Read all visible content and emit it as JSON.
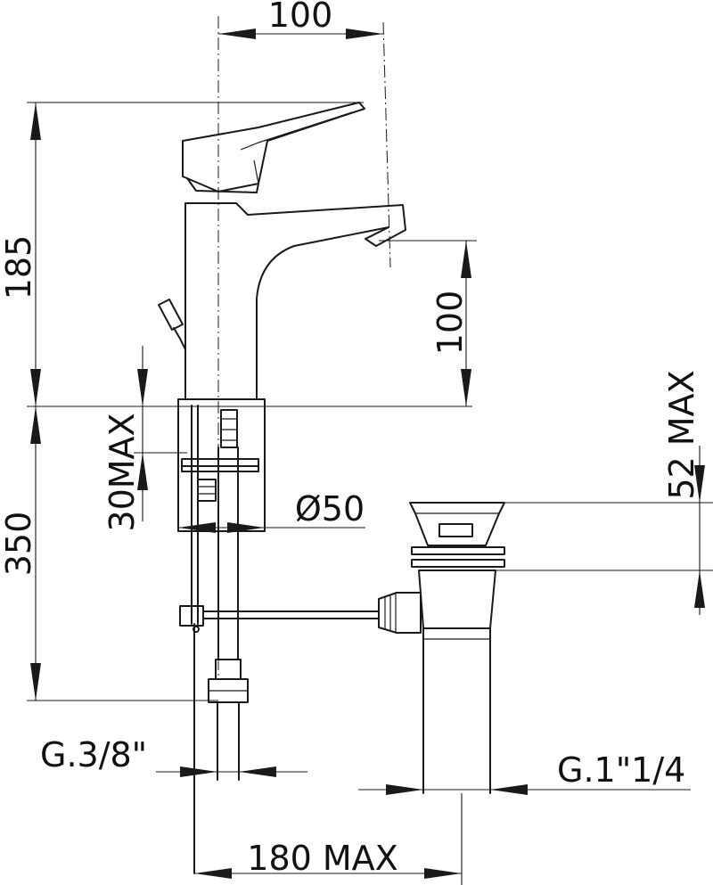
{
  "dimensions": {
    "spout_reach": "100",
    "total_height": "185",
    "spout_height": "100",
    "base_thickness": "30MAX",
    "base_diameter": "Ø50",
    "popup_height": "52 MAX",
    "hose_length": "350",
    "hose_connection": "G.3/8\"",
    "waste_connection": "G.1\"1/4",
    "rod_length": "180 MAX"
  }
}
